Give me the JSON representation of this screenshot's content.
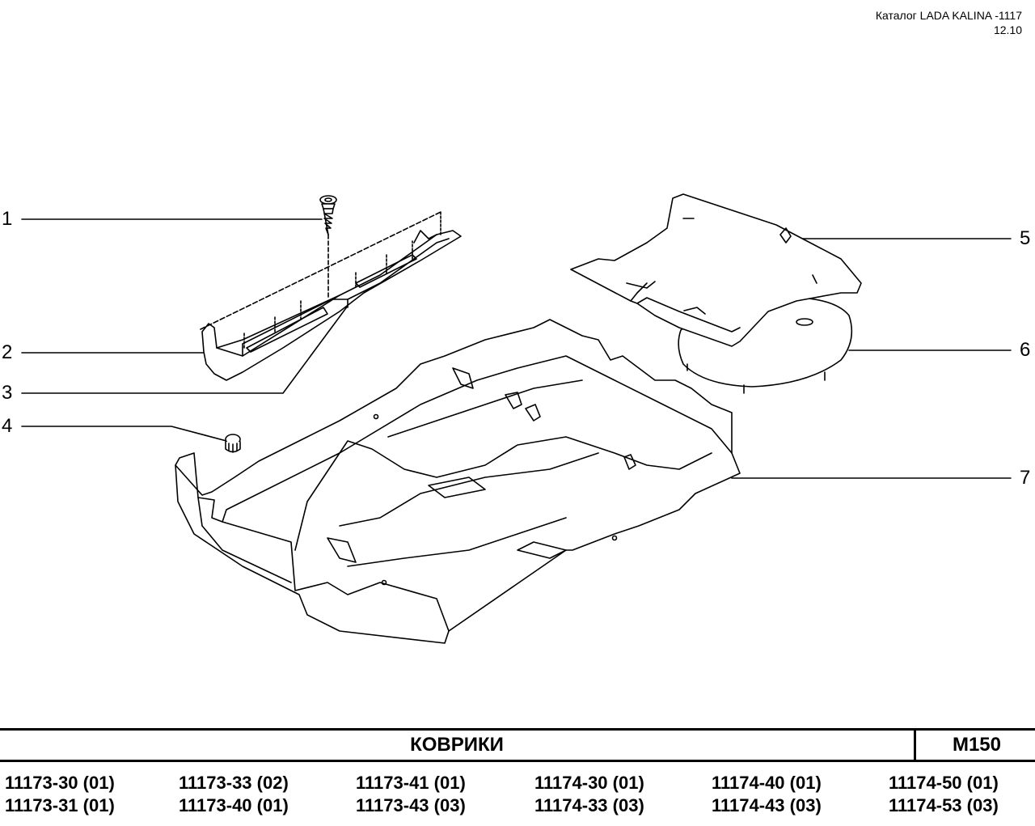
{
  "header": {
    "catalog": "Каталог LADA KALINA -1117",
    "date": "12.10"
  },
  "callouts": [
    "1",
    "2",
    "3",
    "4",
    "5",
    "6",
    "7"
  ],
  "title": "КОВРИКИ",
  "code": "M150",
  "models": [
    [
      "11173-30 (01)",
      "11173-31 (01)"
    ],
    [
      "11173-33 (02)",
      "11173-40 (01)"
    ],
    [
      "11173-41 (01)",
      "11173-43 (03)"
    ],
    [
      "11174-30 (01)",
      "11174-33 (03)"
    ],
    [
      "11174-40 (01)",
      "11174-43 (03)"
    ],
    [
      "11174-50 (01)",
      "11174-53 (03)"
    ]
  ]
}
